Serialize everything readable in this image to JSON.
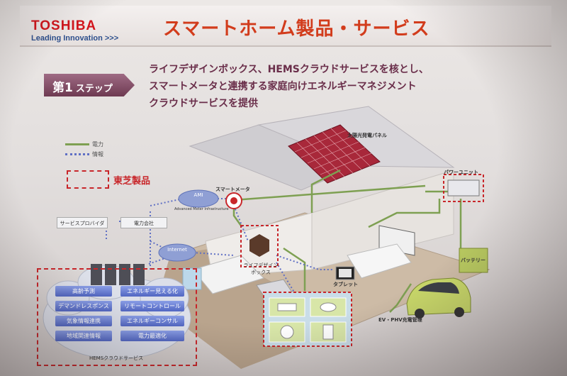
{
  "header": {
    "logo": "TOSHIBA",
    "tagline": "Leading Innovation >>>",
    "title": "スマートホーム製品・サービス"
  },
  "step": {
    "badge_main": "第1",
    "badge_sub": "ステップ",
    "lines": [
      "ライフデザインボックス、HEMSクラウドサービスを核とし、",
      "スマートメータと連携する家庭向けエネルギーマネジメント",
      "クラウドサービスを提供"
    ]
  },
  "legend": {
    "power": "電力",
    "info": "情報",
    "toshiba_products": "東芝製品"
  },
  "diagram": {
    "solar_panel": "太陽光発電パネル",
    "power_unit": "パワーユニット",
    "smart_meter": "スマートメータ",
    "ami": "AMI",
    "ami_sub": "Advanced Meter Infrastructure",
    "service_provider": "サービスプロバイダ",
    "power_company": "電力会社",
    "internet": "Internet",
    "life_design_box": "ライフデザイン\nボックス",
    "tablet": "タブレット",
    "battery": "バッテリー",
    "ev_charge": "EV・PHV充電管理",
    "hems_cloud": "HEMSクラウドサービス"
  },
  "services": [
    "高齢予測",
    "エネルギー見える化",
    "デマンドレスポンス",
    "リモートコントロール",
    "気象情報連携",
    "エネルギーコンサル",
    "地域関連情報",
    "電力最適化"
  ],
  "colors": {
    "title": "#d23c1c",
    "logo": "#d2151c",
    "power_line": "#7ea052",
    "info_line": "#5f6fc4",
    "toshiba_dash": "#c8262a",
    "service_box": "#5166c2"
  }
}
